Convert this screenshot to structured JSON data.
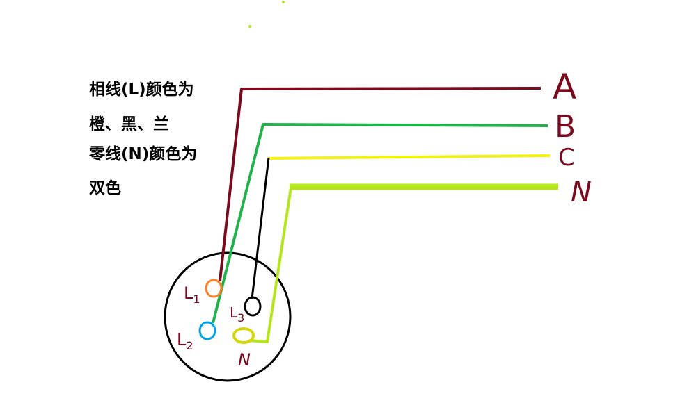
{
  "notes": [
    "相线(L)颜色为",
    "橙、黑、兰",
    "零线(N)颜色为",
    "双色"
  ],
  "lines": [
    {
      "label": "A",
      "color": "#7a0b1f"
    },
    {
      "label": "B",
      "color": "#22b24c"
    },
    {
      "label": "C",
      "color": "#f2f20a"
    },
    {
      "label": "N",
      "color": "#b5e61d"
    }
  ],
  "terminals": [
    {
      "label": "L1",
      "color": "#ff7f27"
    },
    {
      "label": "L2",
      "color": "#00a2e8"
    },
    {
      "label": "L3",
      "color": "#000000"
    },
    {
      "label": "N",
      "color": "#d6d60a"
    }
  ],
  "colors": {
    "label_color": "#7a0b1f",
    "outline": "#000000",
    "background": "#ffffff"
  }
}
